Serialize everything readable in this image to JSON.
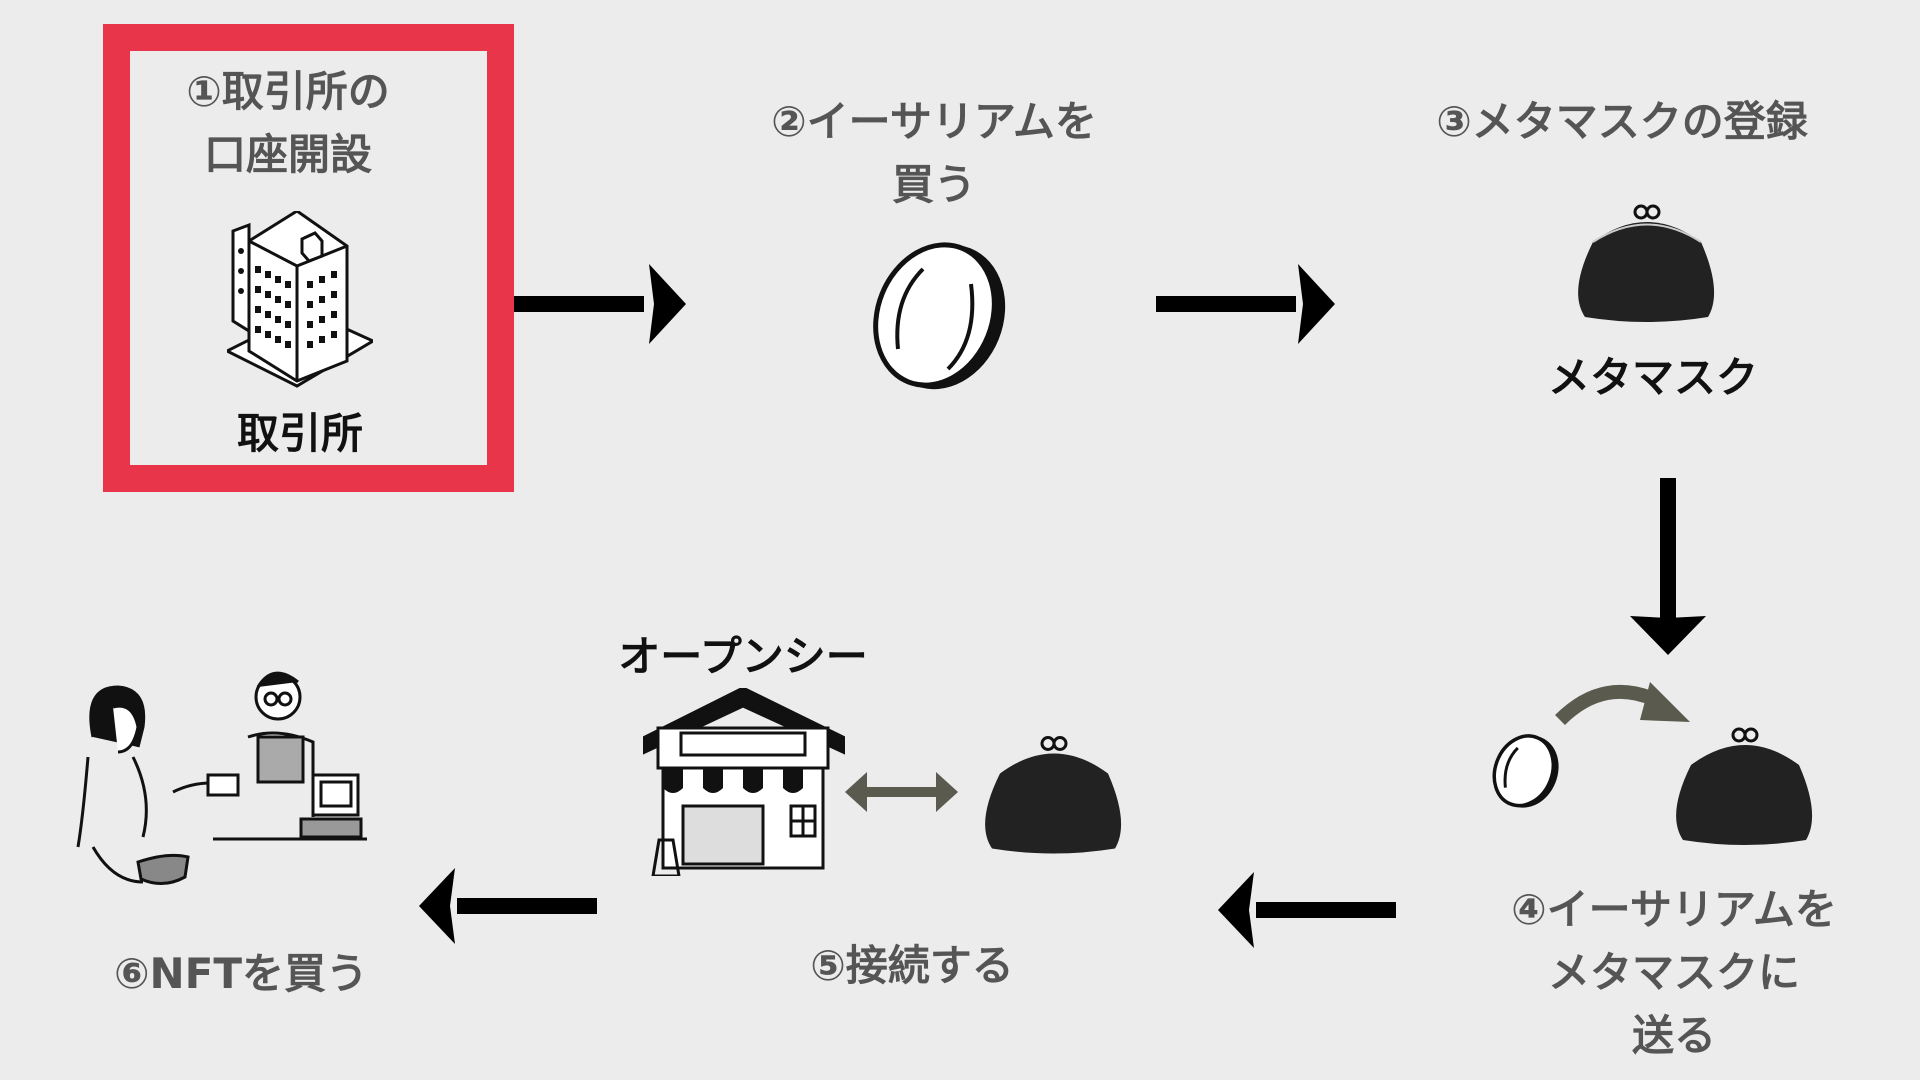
{
  "colors": {
    "background": "#ececec",
    "highlight": "#e8354a",
    "step_text": "#555555",
    "arrow": "#000000",
    "gray_arrow": "#5a5a4f"
  },
  "steps": [
    {
      "lines": [
        "①取引所の",
        "口座開設"
      ],
      "item_label": "取引所",
      "icon": "building-icon"
    },
    {
      "lines": [
        "②イーサリアムを",
        "買う"
      ],
      "icon": "coin-icon"
    },
    {
      "lines": [
        "③メタマスクの登録"
      ],
      "item_label": "メタマスク",
      "icon": "wallet-icon"
    },
    {
      "lines": [
        "④イーサリアムを",
        "メタマスクに",
        "送る"
      ],
      "icon": "coin-to-wallet-icon"
    },
    {
      "lines": [
        "⑤接続する"
      ],
      "item_label": "オープンシー",
      "icon": "shop-icon"
    },
    {
      "lines": [
        "⑥NFTを買う"
      ],
      "icon": "purchase-people-icon"
    }
  ]
}
